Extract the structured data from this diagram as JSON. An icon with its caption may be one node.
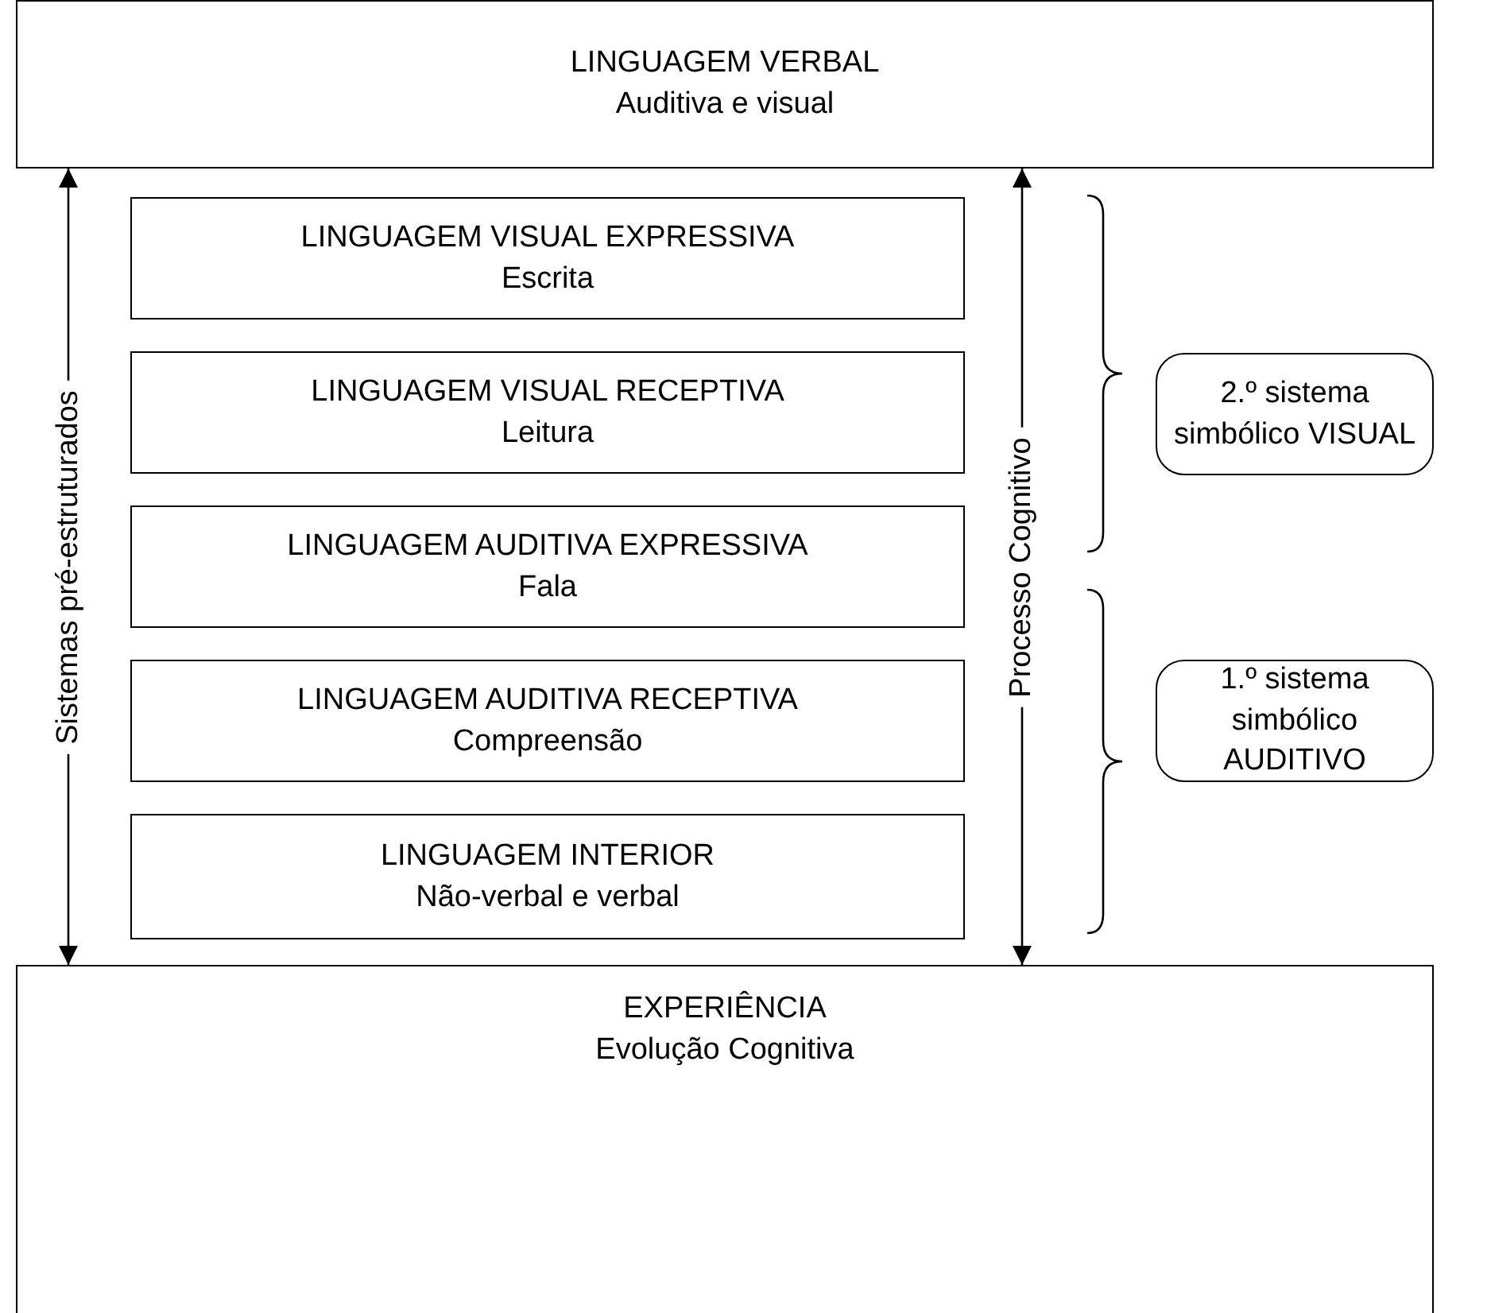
{
  "diagram": {
    "nodes": [
      {
        "text": [
          "LINGUAGEM VERBAL",
          "Auditiva e visual"
        ]
      },
      {
        "text": [
          "LINGUAGEM VISUAL EXPRESSIVA",
          "Escrita"
        ]
      },
      {
        "text": [
          "LINGUAGEM VISUAL RECEPTIVA",
          "Leitura"
        ]
      },
      {
        "text": [
          "LINGUAGEM AUDITIVA EXPRESSIVA",
          "Fala"
        ]
      },
      {
        "text": [
          "LINGUAGEM AUDITIVA RECEPTIVA",
          "Compreensão"
        ]
      },
      {
        "text": [
          "LINGUAGEM INTERIOR",
          "Não-verbal e verbal"
        ]
      },
      {
        "text": [
          "2.º sistema simbólico VISUAL"
        ]
      },
      {
        "text": [
          "1.º sistema simbólico AUDITIVO"
        ]
      },
      {
        "text": [
          "EXPERIÊNCIA",
          "Evolução Cognitiva"
        ]
      }
    ],
    "edges": [
      {
        "from": 8,
        "to": 0,
        "arrow": "both",
        "label": "Sistemas pré-estruturados"
      },
      {
        "from": 8,
        "to": 0,
        "arrow": "both",
        "label": "Processo Cognitivo"
      }
    ]
  }
}
